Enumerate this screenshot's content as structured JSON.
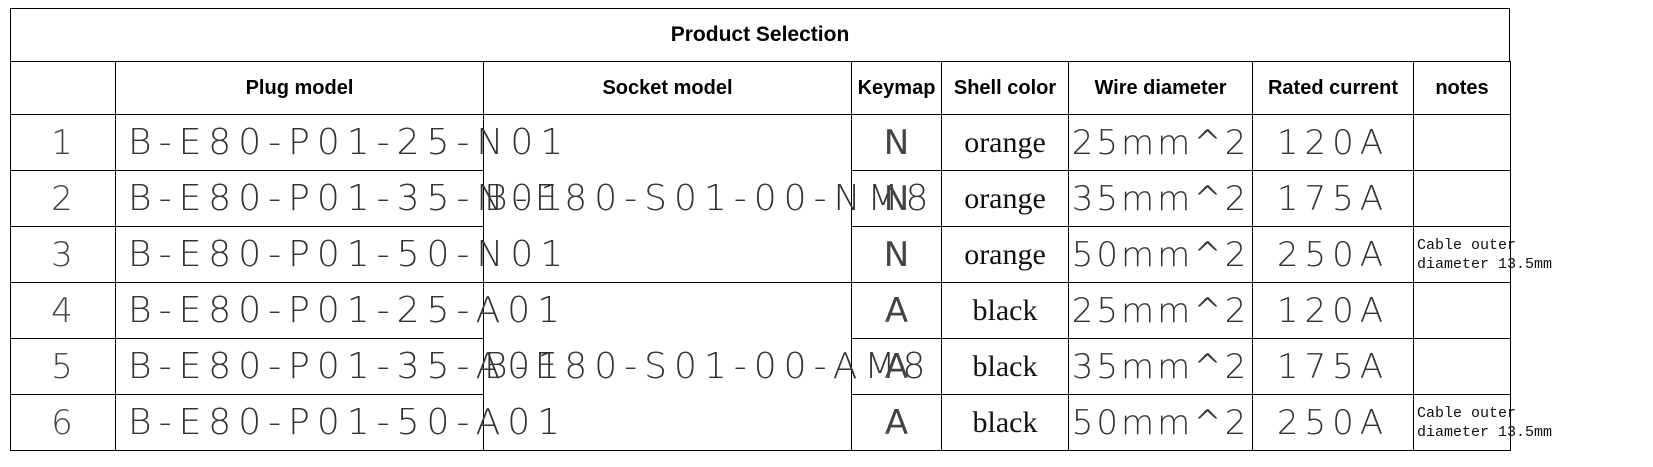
{
  "table": {
    "title": "Product Selection",
    "headers": {
      "index": "",
      "plug_model": "Plug model",
      "socket_model": "Socket model",
      "keymap": "Keymap",
      "shell_color": "Shell color",
      "wire_diameter": "Wire diameter",
      "rated_current": "Rated current",
      "notes": "notes"
    },
    "socket_groups": [
      "B-E80-S01-00-NM8",
      "B-E80-S01-00-AM8"
    ],
    "rows": [
      {
        "index": "1",
        "plug": "B-E80-P01-25-N01",
        "keymap": "N",
        "shell_color": "orange",
        "wire": "25mm^2",
        "current": "120A",
        "note_line1": "",
        "note_line2": ""
      },
      {
        "index": "2",
        "plug": "B-E80-P01-35-N01",
        "keymap": "N",
        "shell_color": "orange",
        "wire": "35mm^2",
        "current": "175A",
        "note_line1": "",
        "note_line2": ""
      },
      {
        "index": "3",
        "plug": "B-E80-P01-50-N01",
        "keymap": "N",
        "shell_color": "orange",
        "wire": "50mm^2",
        "current": "250A",
        "note_line1": "Cable outer",
        "note_line2": "diameter 13.5mm"
      },
      {
        "index": "4",
        "plug": "B-E80-P01-25-A01",
        "keymap": "A",
        "shell_color": "black",
        "wire": "25mm^2",
        "current": "120A",
        "note_line1": "",
        "note_line2": ""
      },
      {
        "index": "5",
        "plug": "B-E80-P01-35-A01",
        "keymap": "A",
        "shell_color": "black",
        "wire": "35mm^2",
        "current": "175A",
        "note_line1": "",
        "note_line2": ""
      },
      {
        "index": "6",
        "plug": "B-E80-P01-50-A01",
        "keymap": "A",
        "shell_color": "black",
        "wire": "50mm^2",
        "current": "250A",
        "note_line1": "Cable outer",
        "note_line2": "diameter 13.5mm"
      }
    ]
  }
}
